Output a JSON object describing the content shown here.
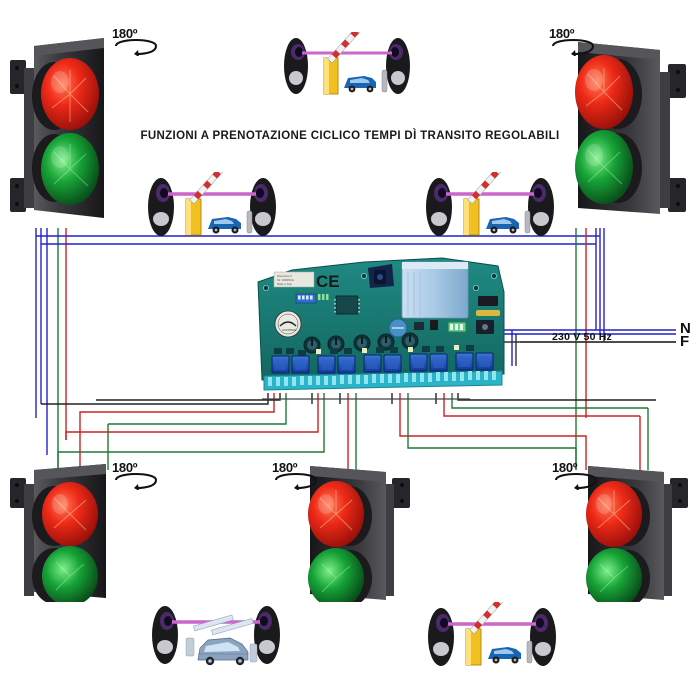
{
  "diagram": {
    "title": "FUNZIONI A PRENOTAZIONE CICLICO TEMPI DÌ TRANSITO REGOLABILI",
    "mains_label": "230 V 50 Hz",
    "terminal_neutral": "N",
    "terminal_phase": "F",
    "rotation_label": "180",
    "rotation_degree_symbol": "º"
  },
  "traffic_lights": [
    {
      "id": "top-left",
      "position": "top-left",
      "bracket": "left",
      "top_lamp": "red",
      "bottom_lamp": "green",
      "rotation_badge": "180º"
    },
    {
      "id": "top-right",
      "position": "top-right",
      "bracket": "right",
      "top_lamp": "red",
      "bottom_lamp": "green",
      "rotation_badge": "180º"
    },
    {
      "id": "bottom-left",
      "position": "bottom-left",
      "bracket": "left",
      "top_lamp": "red",
      "bottom_lamp": "green",
      "rotation_badge": "180º"
    },
    {
      "id": "bottom-middle",
      "position": "bottom-middle",
      "bracket": "right",
      "top_lamp": "red",
      "bottom_lamp": "green",
      "rotation_badge": "180º"
    },
    {
      "id": "bottom-right",
      "position": "bottom-right",
      "bracket": "right",
      "top_lamp": "red",
      "bottom_lamp": "green",
      "rotation_badge": "180º"
    }
  ],
  "barrier_scenes": [
    {
      "id": "scene-top-center",
      "variant": "barrier-raised-blue-car",
      "beam_color": "#cc66cc",
      "barrier_color": "#f0c020",
      "car_color": "#1a64b4"
    },
    {
      "id": "scene-mid-left",
      "variant": "barrier-raised-blue-car",
      "beam_color": "#cc66cc",
      "barrier_color": "#f0c020",
      "car_color": "#1a64b4"
    },
    {
      "id": "scene-mid-right",
      "variant": "barrier-raised-blue-car",
      "beam_color": "#cc66cc",
      "barrier_color": "#f0c020",
      "car_color": "#1a64b4"
    },
    {
      "id": "scene-bottom-left",
      "variant": "car-passing-silver",
      "beam_color": "#cc66cc",
      "barrier_color": "#b8c4d0",
      "car_color": "#8aa4c0"
    },
    {
      "id": "scene-bottom-right",
      "variant": "barrier-raised-blue-car",
      "beam_color": "#cc66cc",
      "barrier_color": "#f0c020",
      "car_color": "#1a64b4"
    }
  ],
  "control_board": {
    "name": "control-board",
    "pcb_color": "#1b7d78",
    "relay_count": 10,
    "relay_color": "#2255bb",
    "transformer_color": "#9fc6e8",
    "ce_mark": "CE",
    "terminal_strip_color": "#2bb3c8",
    "trimmer_count": 5
  },
  "wire_colors": {
    "red": "#cc2222",
    "green": "#1f7a32",
    "blue": "#2222cc",
    "black": "#222222"
  }
}
